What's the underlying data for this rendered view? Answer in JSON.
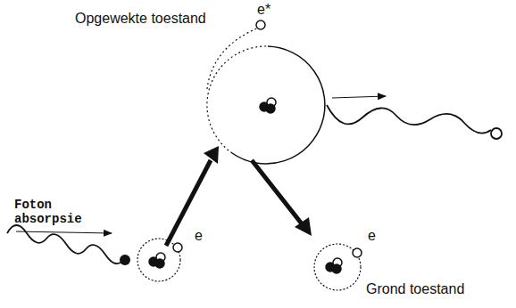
{
  "diagram": {
    "labels": [
      "Opgewekte toestand",
      "e*",
      "Foton absorpsie",
      "e",
      "e",
      "Grond toestand"
    ]
  }
}
